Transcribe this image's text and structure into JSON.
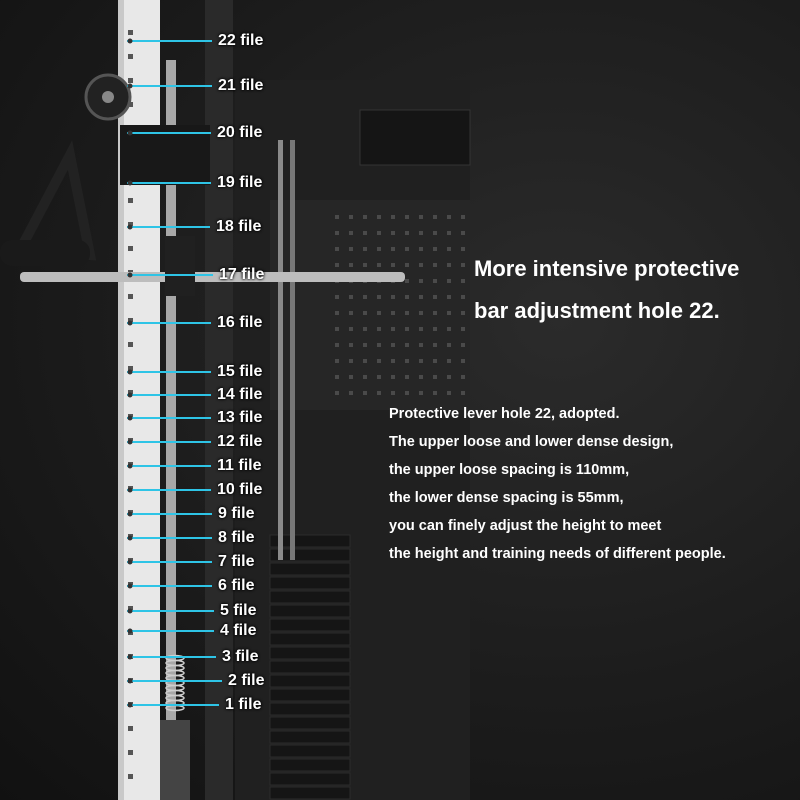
{
  "headline": {
    "line1": "More intensive protective",
    "line2": "bar adjustment hole 22."
  },
  "description": [
    "Protective lever hole 22, adopted.",
    "The upper loose and lower dense design,",
    "the upper loose spacing is 110mm,",
    "the lower dense spacing is 55mm,",
    "you can finely adjust the height to meet",
    "the height and training needs of different people."
  ],
  "hole_labels": [
    "22 file",
    "21 file",
    "20 file",
    "19 file",
    "18 file",
    "17 file",
    "16 file",
    "15 file",
    "14 file",
    "13 file",
    "12 file",
    "11 file",
    "10 file",
    "9 file",
    "8 file",
    "7 file",
    "6 file",
    "5 file",
    "4 file",
    "3 file",
    "2 file",
    "1 file"
  ],
  "colors": {
    "marker_line": "#2ec4e6",
    "text": "#ffffff",
    "background": "#1c1c1c"
  }
}
